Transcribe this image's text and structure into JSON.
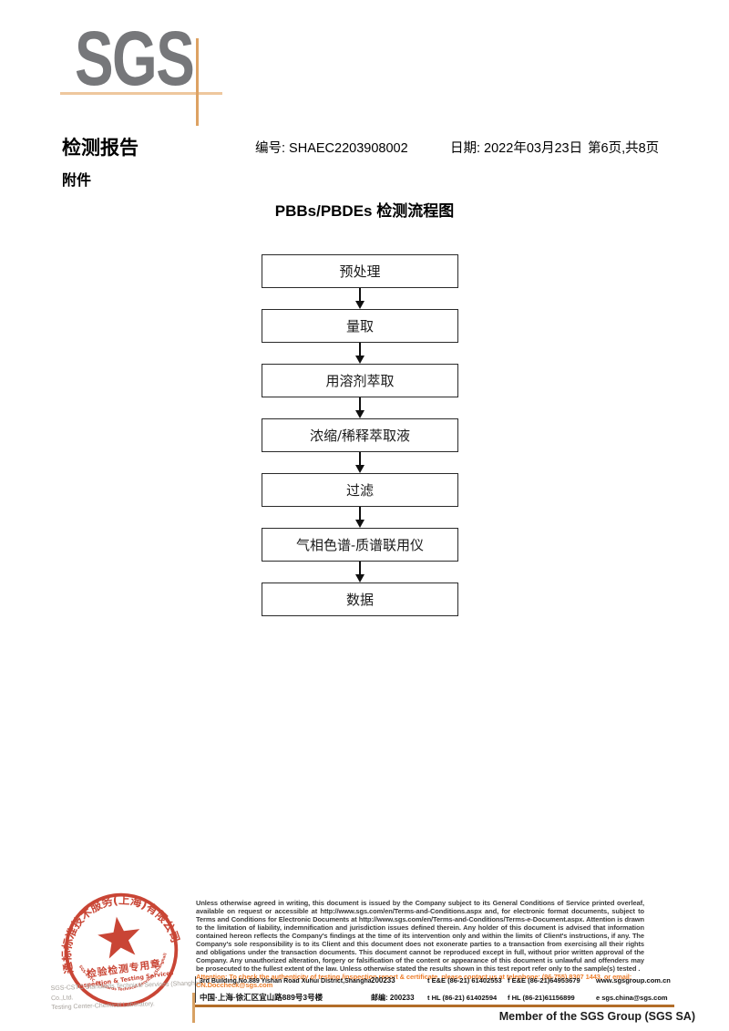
{
  "logo": {
    "text": "SGS"
  },
  "header": {
    "report_title": "检测报告",
    "report_no": "编号: SHAEC2203908002",
    "date": "日期: 2022年03月23日",
    "page": "第6页,共8页",
    "attachment": "附件"
  },
  "flowchart": {
    "title": "PBBs/PBDEs 检测流程图",
    "steps": [
      "预处理",
      "量取",
      "用溶剂萃取",
      "浓缩/稀释萃取液",
      "过滤",
      "气相色谱-质谱联用仪",
      "数据"
    ]
  },
  "footer": {
    "stamp": {
      "rim_top": "通标标准技术服务(上海)有限公司",
      "rim_bottom": "SGS-CSTC Standards Technical Services (Shanghai) Co.,Ltd.",
      "line1": "检验检测专用章",
      "line2": "Inspection & Testing Services"
    },
    "company_line1": "SGS-CSTC Standards Technical Services (Shanghai) Co.,Ltd.",
    "company_line2": "Testing Center-Chemical Laboratory.",
    "legal_text": "Unless otherwise agreed in writing, this document is issued by the Company subject to its General Conditions of Service printed overleaf, available on request or accessible at http://www.sgs.com/en/Terms-and-Conditions.aspx and, for electronic format documents, subject to Terms and Conditions for Electronic Documents at http://www.sgs.com/en/Terms-and-Conditions/Terms-e-Document.aspx. Attention is drawn to the limitation of liability, indemnification and jurisdiction issues defined therein. Any holder of this document is advised that information contained hereon reflects the Company's findings at the time of its intervention only and within the limits of Client's instructions, if any. The Company's sole responsibility is to its Client and this document does not exonerate parties to a transaction from exercising all their rights and obligations under the transaction documents. This document cannot be reproduced except in full, without prior written approval of the Company. Any unauthorized alteration, forgery or falsification of the content or appearance of this document is unlawful and offenders may be prosecuted to the fullest extent of the law. Unless otherwise stated the results shown in this test report refer only to the sample(s) tested .",
    "attention_text": "Attention: To check the authenticity of testing /inspection report & certificate, please contact us at telephone: (86-755) 8307 1443, or email: CN.Doccheck@sgs.com",
    "address": {
      "en_address": "3rd Building,No.889 Yishan Road Xuhui District,Shanghai China",
      "en_postcode": "200233",
      "en_tel": "t E&E (86-21) 61402553",
      "en_fax": "f E&E (86-21)64953679",
      "en_web": "www.sgsgroup.com.cn",
      "cn_address": "中国·上海·徐汇区宜山路889号3号楼",
      "cn_postcode": "邮编: 200233",
      "cn_tel": "t HL (86-21) 61402594",
      "cn_fax": "f HL (86-21)61156899",
      "cn_email": "e sgs.china@sgs.com"
    },
    "member_text": "Member of the SGS Group (SGS SA)"
  },
  "colors": {
    "logo_gray": "#76777a",
    "accent_tan_light": "#eec79d",
    "accent_tan": "#dda263",
    "footer_rule": "#b26d28",
    "attention_orange": "#ee7f2d",
    "stamp_red": "#c53826"
  }
}
